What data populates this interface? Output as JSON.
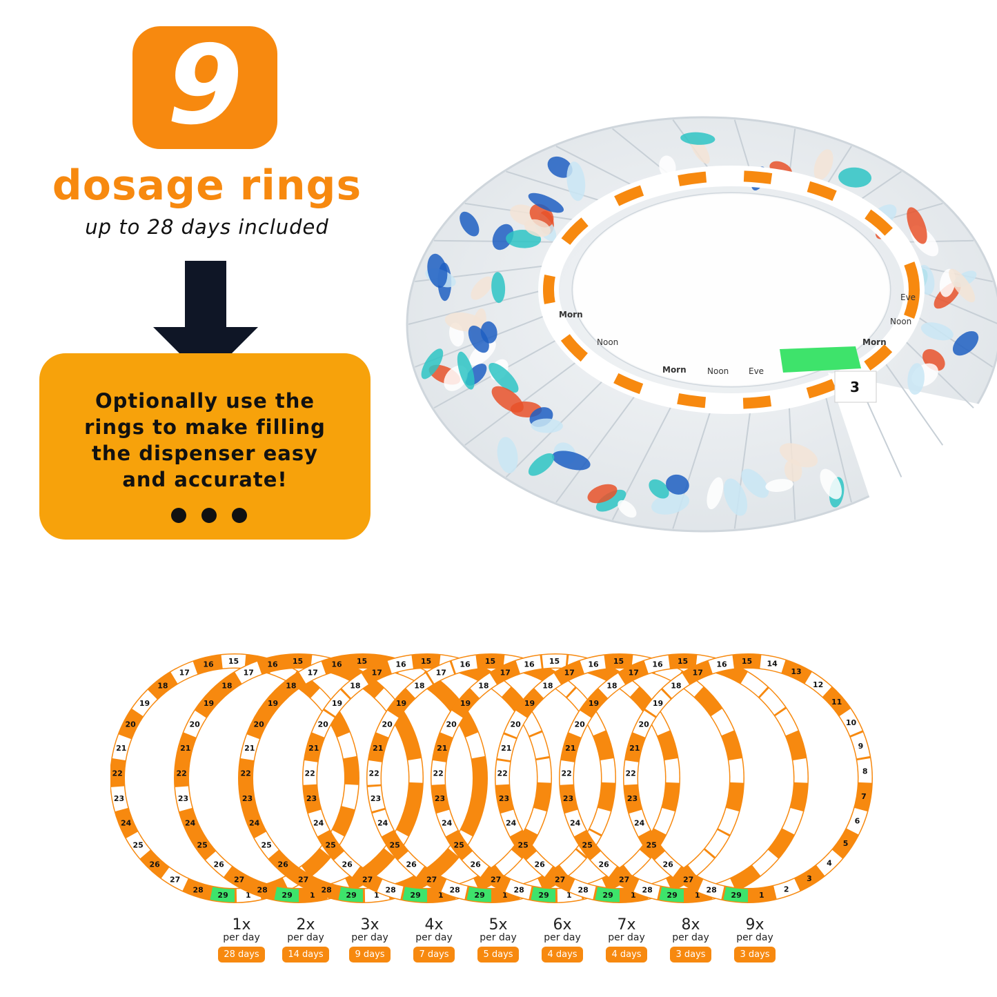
{
  "badge": {
    "number": "9"
  },
  "headline": "dosage rings",
  "subline": "up to 28 days included",
  "callout": {
    "lines": [
      "Optionally use the",
      "rings to make filling",
      "the dispenser easy",
      "and accurate!"
    ]
  },
  "product": {
    "ring_labels": [
      "Morn",
      "Noon",
      "Eve",
      "Morn",
      "Noon",
      "Eve",
      "Morn",
      "Noon"
    ],
    "slot_number": "3"
  },
  "legend": [
    {
      "mult": "1x",
      "per": "per day",
      "days": "28 days"
    },
    {
      "mult": "2x",
      "per": "per day",
      "days": "14 days"
    },
    {
      "mult": "3x",
      "per": "per day",
      "days": "9 days"
    },
    {
      "mult": "4x",
      "per": "per day",
      "days": "7 days"
    },
    {
      "mult": "5x",
      "per": "per day",
      "days": "5 days"
    },
    {
      "mult": "6x",
      "per": "per day",
      "days": "4 days"
    },
    {
      "mult": "7x",
      "per": "per day",
      "days": "4 days"
    },
    {
      "mult": "8x",
      "per": "per day",
      "days": "3 days"
    },
    {
      "mult": "9x",
      "per": "per day",
      "days": "3 days"
    }
  ],
  "ring_numbers": [
    "1",
    "2",
    "3",
    "4",
    "5",
    "6",
    "7",
    "8",
    "9",
    "10",
    "11",
    "12",
    "13",
    "14",
    "15",
    "16",
    "17",
    "18",
    "19",
    "20",
    "21",
    "22",
    "23",
    "24",
    "25",
    "26",
    "27",
    "28",
    "29"
  ],
  "colors": {
    "orange": "#f7890f",
    "callout": "#f7a20b",
    "green": "#3ee36b",
    "dark": "#111111"
  }
}
